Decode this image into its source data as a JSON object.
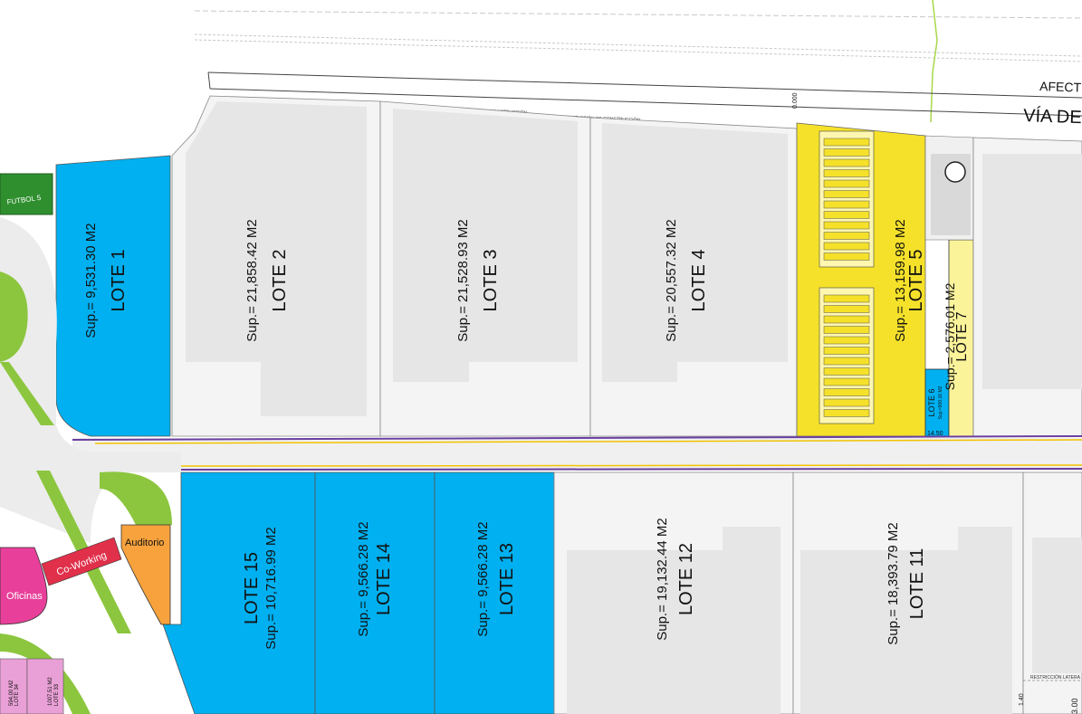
{
  "header": {
    "afect_text": "AFECT",
    "via_text": "VÍA DE",
    "level_mark": "0.000",
    "restriction_label": "RESTRICCIÓN DE CONSTRUCCIÓN",
    "restriction_lateral_label": "RESTRICCIÓN LATERA",
    "dim_right_1": "3.00",
    "dim_right_2": "1.40"
  },
  "amenities": {
    "futbol": "FUTBOL 5",
    "coworking": "Co-Working",
    "auditorio": "Auditorio",
    "oficinas": "Oficinas"
  },
  "lots_top": [
    {
      "id": "lote1",
      "name": "LOTE 1",
      "area": "Sup.= 9,531.30 M2"
    },
    {
      "id": "lote2",
      "name": "LOTE 2",
      "area": "Sup.= 21,858.42 M2"
    },
    {
      "id": "lote3",
      "name": "LOTE 3",
      "area": "Sup.= 21,528.93 M2"
    },
    {
      "id": "lote4",
      "name": "LOTE 4",
      "area": "Sup.= 20,557.32 M2"
    },
    {
      "id": "lote5",
      "name": "LOTE 5",
      "area": "Sup.= 13,159.98 M2"
    },
    {
      "id": "lote6",
      "name": "LOTE 6",
      "area": "Sup.=900.16 M2",
      "dim": "14.50"
    },
    {
      "id": "lote7",
      "name": "LOTE 7",
      "area": "Sup.= 2,576.01 M2"
    }
  ],
  "lots_bottom": [
    {
      "id": "lote15",
      "name": "LOTE 15",
      "area": "Sup.= 10,716.99 M2"
    },
    {
      "id": "lote14",
      "name": "LOTE 14",
      "area": "Sup.= 9,566.28 M2"
    },
    {
      "id": "lote13",
      "name": "LOTE 13",
      "area": "Sup.= 9,566.28 M2"
    },
    {
      "id": "lote12",
      "name": "LOTE 12",
      "area": "Sup.= 19,132.44 M2"
    },
    {
      "id": "lote11",
      "name": "LOTE 11",
      "area": "Sup.= 18,393.79 M2"
    }
  ],
  "lots_partial": [
    {
      "name": "LOTE 34",
      "area": "594.00 M2"
    },
    {
      "name": "LOTE 33",
      "area": "1007.51 M2"
    }
  ],
  "colors": {
    "blue_lot": "#00b0f0",
    "yellow_lot": "#f5e12a",
    "grey_lot": "#f4f4f4",
    "building": "#e6e6e6",
    "green": "#7fb03a",
    "coworking": "#e0304a",
    "auditorio": "#f7a23d",
    "oficinas": "#e8409a",
    "pink_lots": "#e9a0d6"
  }
}
